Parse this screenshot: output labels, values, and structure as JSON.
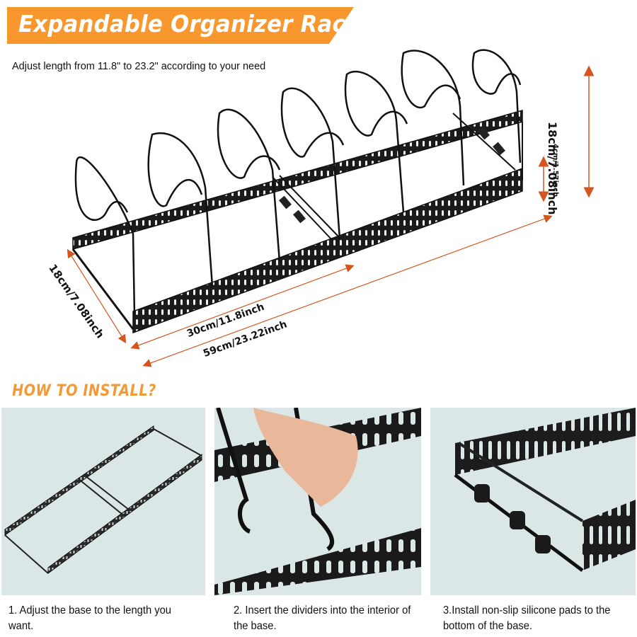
{
  "header": {
    "title": "Expandable Organizer Rack",
    "subtitle": "Adjust length from 11.8\" to 23.2\" according to your need",
    "banner_color": "#F7972E"
  },
  "dimensions": {
    "height": "18cm/7.08inch",
    "rail_height": "4cm/1.57inch",
    "width": "18cm/7.08inch",
    "min_length": "30cm/11.8inch",
    "max_length": "59cm/23.22inch",
    "arrow_color": "#D2561E"
  },
  "install": {
    "title": "HOW TO INSTALL?",
    "title_color": "#F39A35",
    "steps": [
      {
        "text": "1. Adjust the base to the length you want.",
        "image": "expandable-base-illustration"
      },
      {
        "text": "2. Insert the dividers into the interior of the base.",
        "image": "hand-inserting-divider-photo"
      },
      {
        "text": "3.Install non-slip silicone pads to the bottom of the base.",
        "image": "silicone-pads-closeup"
      }
    ]
  }
}
